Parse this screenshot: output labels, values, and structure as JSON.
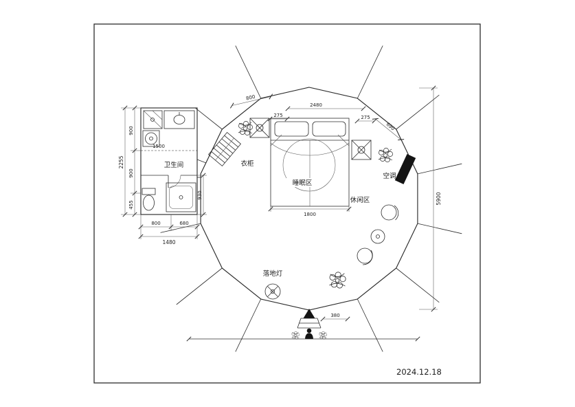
{
  "meta": {
    "date": "2024.12.18"
  },
  "rooms": {
    "bathroom": "卫生间",
    "wardrobe": "衣柜",
    "sleeping": "睡眠区",
    "leisure": "休闲区",
    "ac": "空调",
    "lamp": "落地灯"
  },
  "dims": {
    "bath_h_total": "2255",
    "bath_h1": "900",
    "bath_h2": "900",
    "bath_h3": "455",
    "bath_w_total": "1480",
    "bath_w1": "800",
    "bath_w2": "680",
    "bath_right_h": "930",
    "bath_inner": "1500",
    "height_total": "5900",
    "bed_width": "1800",
    "entry_width": "380",
    "top_a": "800",
    "top_b": "275",
    "top_c": "2480",
    "top_d": "275",
    "top_e": "690"
  }
}
